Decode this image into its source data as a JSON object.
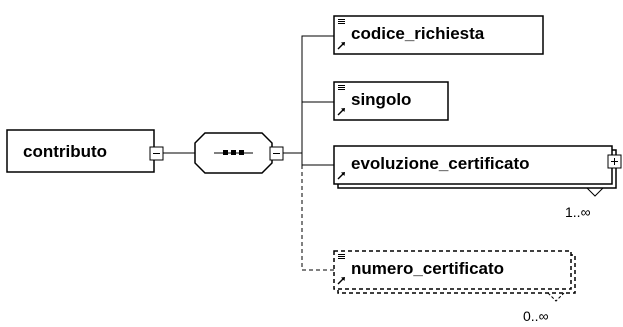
{
  "diagram": {
    "root": {
      "name": "contributo"
    },
    "compositor": {
      "kind": "sequence"
    },
    "children": [
      {
        "name": "codice_richiesta",
        "optional": false,
        "multiple": false,
        "expandable": false
      },
      {
        "name": "singolo",
        "optional": false,
        "multiple": false,
        "expandable": false
      },
      {
        "name": "evoluzione_certificato",
        "optional": false,
        "multiple": true,
        "expandable": true,
        "cardinality": "1..∞"
      },
      {
        "name": "numero_certificato",
        "optional": true,
        "multiple": true,
        "expandable": false,
        "cardinality": "0..∞"
      }
    ]
  },
  "colors": {
    "line": "#000000",
    "dashed": "#000000",
    "background": "#ffffff"
  }
}
